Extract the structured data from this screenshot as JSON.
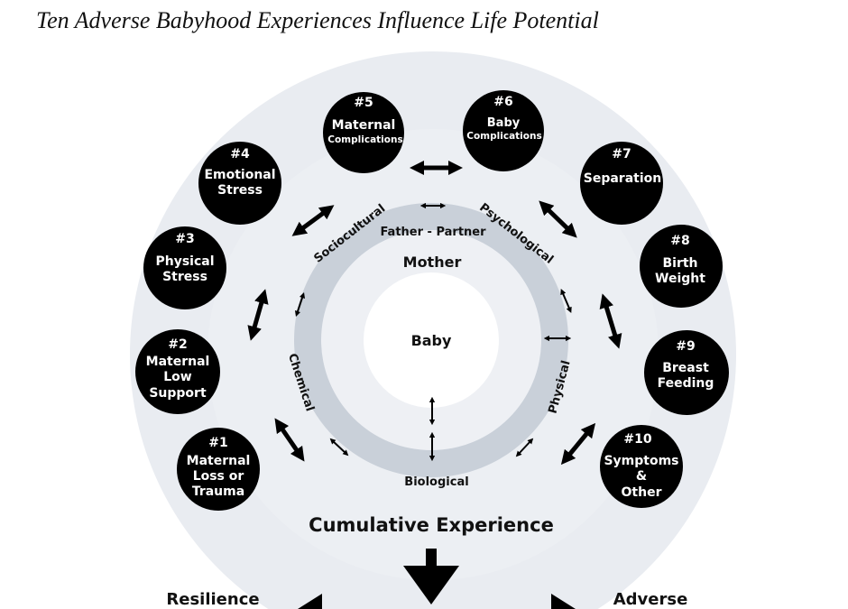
{
  "title": "Ten Adverse Babyhood Experiences Influence Life Potential",
  "experiences": [
    {
      "num": "#1",
      "lines": [
        "Maternal",
        "Loss or",
        "Trauma"
      ]
    },
    {
      "num": "#2",
      "lines": [
        "Maternal",
        "Low",
        "Support"
      ]
    },
    {
      "num": "#3",
      "lines": [
        "Physical",
        "Stress"
      ]
    },
    {
      "num": "#4",
      "lines": [
        "Emotional",
        "Stress"
      ]
    },
    {
      "num": "#5",
      "lines": [
        "Maternal",
        "Complications"
      ]
    },
    {
      "num": "#6",
      "lines": [
        "Baby",
        "Complications"
      ]
    },
    {
      "num": "#7",
      "lines": [
        "Separation"
      ]
    },
    {
      "num": "#8",
      "lines": [
        "Birth",
        "Weight"
      ]
    },
    {
      "num": "#9",
      "lines": [
        "Breast",
        "Feeding"
      ]
    },
    {
      "num": "#10",
      "lines": [
        "Symptoms",
        "&",
        "Other"
      ]
    }
  ],
  "inner": {
    "baby": "Baby",
    "mother": "Mother",
    "father": "Father - Partner"
  },
  "domains": {
    "sociocultural": "Sociocultural",
    "psychological": "Psychological",
    "chemical": "Chemical",
    "physical": "Physical",
    "biological": "Biological"
  },
  "cumulative": "Cumulative Experience",
  "outcomes": {
    "left": "Resilience",
    "right": "Adverse"
  },
  "colors": {
    "outer_disc": "#e9ecf1",
    "ring": "#c9d0d9",
    "circle": "#000000"
  }
}
